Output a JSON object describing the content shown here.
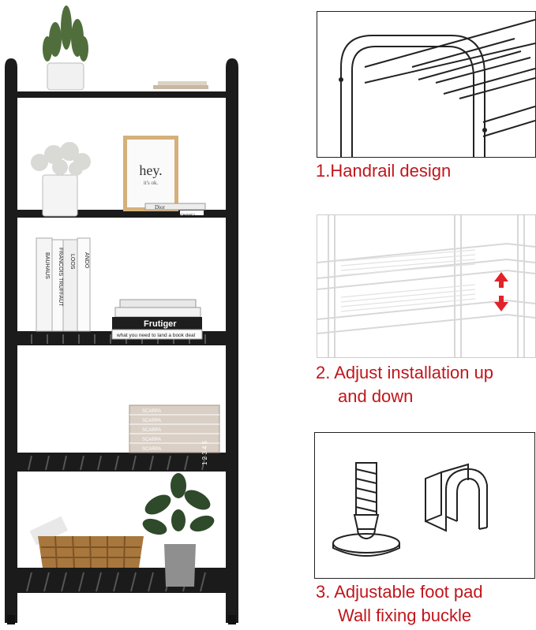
{
  "colors": {
    "caption_red": "#c0161c",
    "shelf_black": "#1b1b1b",
    "panel_border": "#222222"
  },
  "product_image": {
    "frame_text_main": "hey.",
    "frame_text_sub": "it's ok.",
    "book_dior": "Dior",
    "book_chanel": "CHANEL",
    "books_row3": [
      "BAUHAUS",
      "FRANCOIS TRUFFAUT",
      "LOOS",
      "ANDO"
    ],
    "books_row3_stack": [
      "Frutiger",
      "what you need to land a book deal"
    ],
    "books_row4": [
      "SCARPA",
      "SCARPA",
      "SCARPA",
      "SCARPA",
      "SCARPA"
    ],
    "books_row4_numbers": "1 2 3 4 5"
  },
  "features": [
    {
      "caption_line1": "1.Handrail design",
      "caption_line2": "",
      "icon": "handrail-detail-icon"
    },
    {
      "caption_line1": "2. Adjust installation up",
      "caption_line2": "and down",
      "icon": "adjust-shelf-icon"
    },
    {
      "caption_line1": "3. Adjustable foot pad",
      "caption_line2": "Wall fixing buckle",
      "icon": "foot-pad-buckle-icon"
    }
  ]
}
